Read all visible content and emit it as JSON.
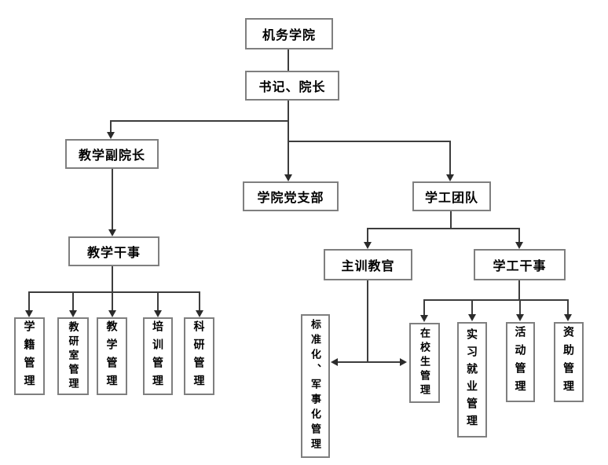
{
  "diagram": {
    "type": "org-chart",
    "line_color": "#3d3d3d",
    "box_border_color": "#7f7f7f",
    "text_color": "#000000",
    "nodes": {
      "college": "机务学院",
      "secretary_dean": "书记、院长",
      "teaching_vice_dean": "教学副院长",
      "party_branch": "学院党支部",
      "student_work_team": "学工团队",
      "teaching_clerk": "教学干事",
      "chief_instructor": "主训教官",
      "student_work_clerk": "学工干事",
      "student_status": "学籍管理",
      "research_office": "教研室管理",
      "teaching_mgmt": "教学管理",
      "training_mgmt": "培训管理",
      "research_mgmt": "科研管理",
      "standardization": "标准化、军事化管理",
      "current_students": "在校生管理",
      "internship": "实习就业管理",
      "activities": "活动管理",
      "funding": "资助管理"
    },
    "edges": [
      [
        "college",
        "secretary_dean"
      ],
      [
        "secretary_dean",
        "teaching_vice_dean"
      ],
      [
        "secretary_dean",
        "party_branch"
      ],
      [
        "secretary_dean",
        "student_work_team"
      ],
      [
        "teaching_vice_dean",
        "teaching_clerk"
      ],
      [
        "teaching_clerk",
        "student_status"
      ],
      [
        "teaching_clerk",
        "research_office"
      ],
      [
        "teaching_clerk",
        "teaching_mgmt"
      ],
      [
        "teaching_clerk",
        "training_mgmt"
      ],
      [
        "teaching_clerk",
        "research_mgmt"
      ],
      [
        "student_work_team",
        "chief_instructor"
      ],
      [
        "student_work_team",
        "student_work_clerk"
      ],
      [
        "chief_instructor",
        "standardization"
      ],
      [
        "chief_instructor",
        "current_students"
      ],
      [
        "student_work_clerk",
        "current_students"
      ],
      [
        "student_work_clerk",
        "internship"
      ],
      [
        "student_work_clerk",
        "activities"
      ],
      [
        "student_work_clerk",
        "funding"
      ]
    ]
  }
}
